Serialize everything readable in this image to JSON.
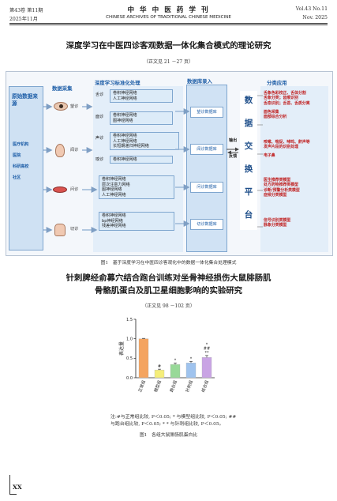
{
  "header": {
    "vol_issue_cn": "第43卷  第11期",
    "date_cn": "2025年11月",
    "journal_cn": "中 华 中 医 药 学 刊",
    "journal_en": "CHINESE ARCHIVES OF TRADITIONAL CHINESE MEDICINE",
    "vol_issue_en": "Vol.43 No.11",
    "date_en": "Nov. 2025"
  },
  "article1": {
    "title": "深度学习在中医四诊客观数据一体化集合模式的理论研究",
    "ref": "（正文见 21 －27 页）"
  },
  "figure1": {
    "source": {
      "title": "原始数据来源",
      "items": [
        "医疗机构",
        "医院",
        "科研高校",
        "社区"
      ]
    },
    "col_titles": {
      "collect": "数据采集",
      "process": "深度学习标准化处理",
      "db": "数据库录入",
      "app": "分类应用"
    },
    "rows": [
      {
        "label": "望诊",
        "models": [
          "卷积神经网络",
          "人工神经网络"
        ],
        "models2": [
          "卷积神经网络",
          "图神经网络"
        ],
        "db": "望诊数据库"
      },
      {
        "label": "闻诊",
        "models": [
          "卷积神经网络",
          "人工神经网络",
          "长短期递归神经网络"
        ],
        "models2": [
          "卷积神经网络"
        ],
        "db": "闻诊数据库"
      },
      {
        "label": "问诊",
        "models": [
          "卷积神经网络",
          "层次注意力网络",
          "图神经网络",
          "人工神经网络"
        ],
        "db": "问诊数据库"
      },
      {
        "label": "切诊",
        "models": [
          "卷积神经网络",
          "bp神经网络",
          "残差神经网络"
        ],
        "db": "切诊数据库"
      }
    ],
    "sub_labels": [
      "舌诊",
      "面诊",
      "声诊",
      "嗅诊"
    ],
    "platform": "数据交换平台",
    "io": {
      "out": "输出",
      "feedback": "反馈"
    },
    "apps": [
      [
        "舌象色彩校正、舌体分割",
        "舌象分类；齿痕识别",
        "舌态识别；舌苔、舌质分离",
        "面色采集",
        "面部综合分析"
      ],
      [
        "咳嗽、喘促、哮鸣、鼾声等",
        "发声片段的识别处理",
        "电子鼻"
      ],
      [
        "医生推荐类模型",
        "处方药物推荐类模型",
        "诊断/预警分析类模型",
        "症候分类模型"
      ],
      [
        "信号识别类模型",
        "脉象分类模型"
      ]
    ],
    "caption": "图1　基于深度学习在中医四诊客观化中的数据一体化集合处理模式"
  },
  "article2": {
    "title_lines": [
      "针刺脾经俞募穴结合跑台训练对坐骨神经损伤大鼠腓肠肌",
      "骨骼肌蛋白及肌卫星细胞影响的实验研究"
    ],
    "ref": "（正文见 98 －102 页）"
  },
  "chart_data": {
    "type": "bar",
    "ylabel": "表达量",
    "ylim": [
      0,
      1.5
    ],
    "yticks": [
      "0.0",
      "0.5",
      "1.0",
      "1.5"
    ],
    "categories": [
      "正常组",
      "模型组",
      "跑台组",
      "针刺组",
      "结合组"
    ],
    "values": [
      1.0,
      0.2,
      0.34,
      0.38,
      0.52
    ],
    "errors": [
      0.01,
      0.02,
      0.04,
      0.04,
      0.05
    ],
    "annotations": [
      "",
      "#",
      "*",
      "*",
      "*\n##\n**"
    ],
    "colors": [
      "#f4a460",
      "#f5ee7a",
      "#98d998",
      "#9fc3ee",
      "#c9a4e4"
    ]
  },
  "notes": {
    "line1": "注:#与正常组比较, P＜0.05; * 与模型组比较, P＜0.05; ##",
    "line2": "与跑台组比较, P＜0.05; * * 与针刺组比较, P＜0.05。",
    "caption": "图1　各组大鼠腓肠肌蛋白比"
  },
  "footer": {
    "page": "XX"
  }
}
